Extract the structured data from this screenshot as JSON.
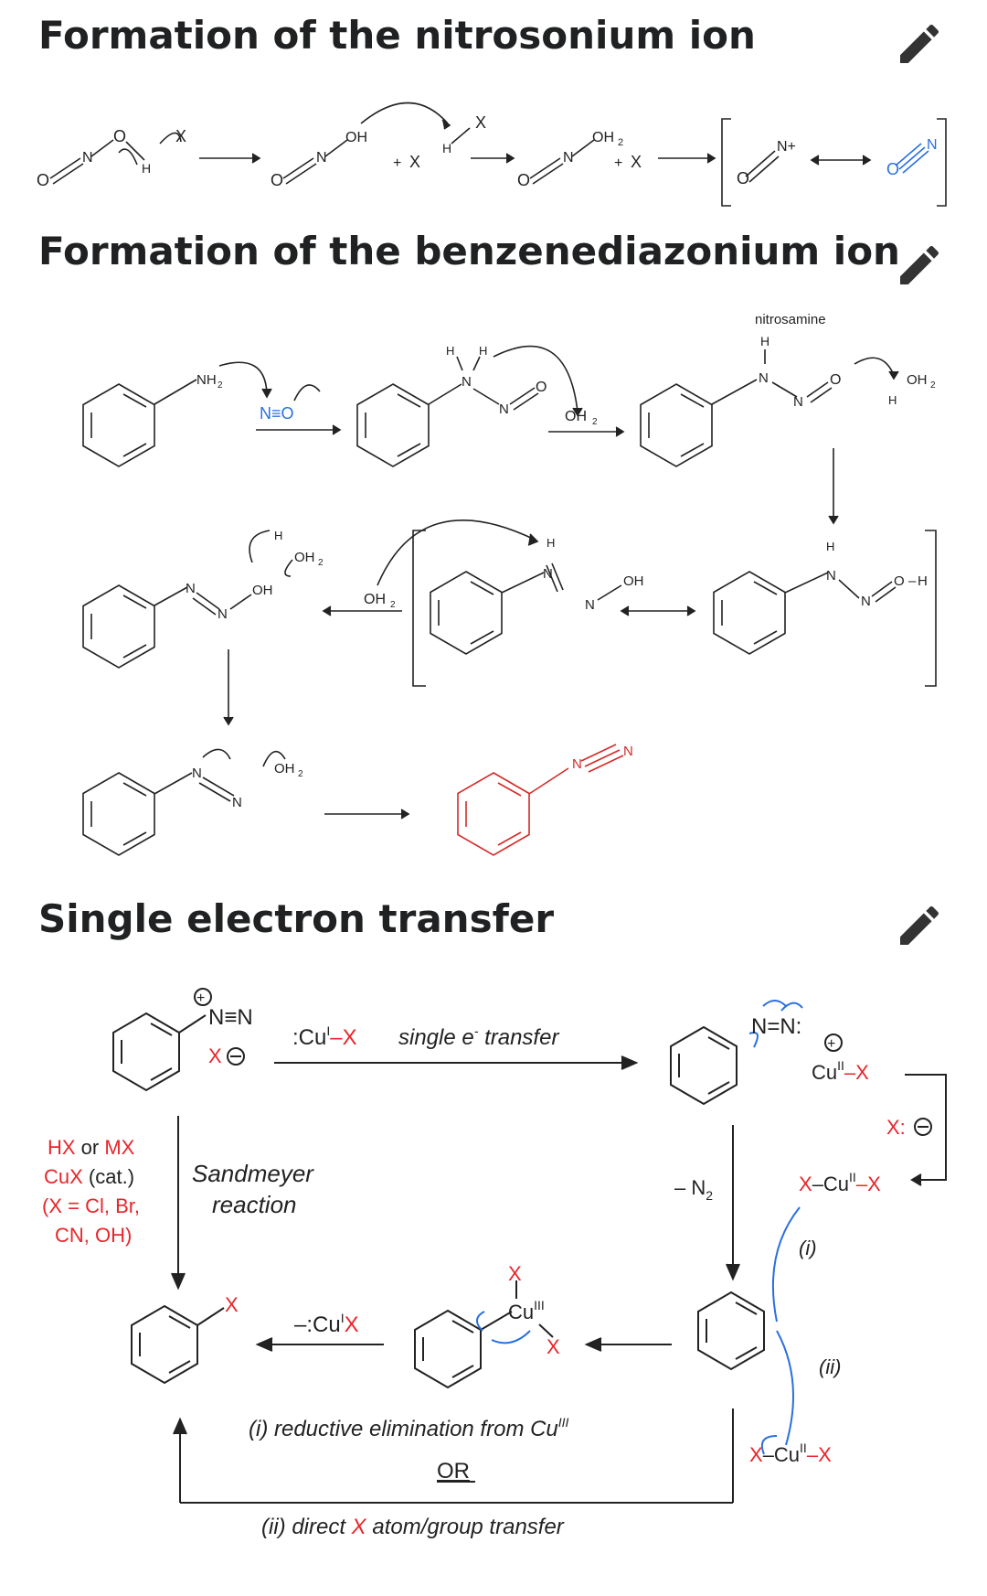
{
  "sections": [
    {
      "title": "Formation of the nitrosonium ion",
      "edit_label": "edit-section"
    },
    {
      "title": "Formation of the benzenediazonium ion",
      "edit_label": "edit-section"
    },
    {
      "title": "Single electron transfer",
      "edit_label": "edit-section"
    }
  ],
  "nitrosonium": {
    "atoms": {
      "o": "O",
      "n": "N",
      "h": "H",
      "x": "X",
      "oh": "OH",
      "oh2": "OH",
      "sub2": "2",
      "nplus": "N+"
    }
  },
  "diazonium": {
    "nitrosamine_label": "nitrosamine",
    "nh2": "NH",
    "sub2": "2",
    "n_triple_o": "N≡O",
    "oh2": "OH",
    "oh": "OH",
    "h": "H",
    "n": "N",
    "o": "O"
  },
  "set": {
    "reagent_top": ":Cu",
    "reagent_top_sup": "I",
    "reagent_top_x": "–X",
    "single_transfer": "single e",
    "single_transfer_sup": "-",
    "single_transfer_end": " transfer",
    "hx_line1_a": "HX",
    "hx_line1_b": " or ",
    "hx_line1_c": "MX",
    "hx_line2_a": "CuX",
    "hx_line2_b": " (cat.)",
    "hx_line3": "(X = Cl, Br,",
    "hx_line4": "CN, OH)",
    "sandmeyer_1": "Sandmeyer",
    "sandmeyer_2": "reaction",
    "minus_n2": "– N",
    "minus_n2_sub": "2",
    "x_anion": "X:",
    "cu2x": "Cu",
    "cu2x_sup": "II",
    "cu2x_x": "–X",
    "xcux": "X",
    "xcux_mid": "–Cu",
    "xcux_sup": "II",
    "xcux_end": "–X",
    "step_i": "(i)",
    "step_ii": "(ii)",
    "minus_cux": "–:Cu",
    "minus_cux_sup": "I",
    "minus_cux_x": "X",
    "cu3": "Cu",
    "cu3_sup": "III",
    "x": "X",
    "reductive": "(i) reductive elimination from Cu",
    "reductive_sup": "III",
    "or": "OR",
    "direct_a": "(ii) direct ",
    "direct_x": "X",
    "direct_b": " atom/group transfer",
    "n_equiv_n": "N≡N",
    "n_n_dots": "N=N:"
  },
  "colors": {
    "text": "#202122",
    "red": "#e8262b",
    "blue": "#2a6fe0",
    "struct": "#222222",
    "diazo_red": "#d42a2a"
  }
}
